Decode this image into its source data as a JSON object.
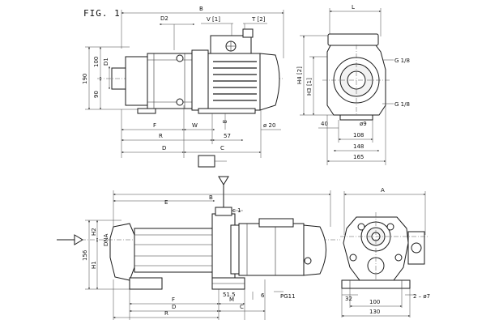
{
  "figure": {
    "title": "FIG. 1"
  },
  "top": {
    "side_view": {
      "labels": {
        "b": "B",
        "d2": "D2",
        "v1": "V [1]",
        "t2": "T [2]",
        "d1": "D1",
        "h100": "100",
        "h190": "190",
        "h90": "90",
        "f": "F",
        "w": "W",
        "r": "R",
        "d": "D",
        "c": "C",
        "d57": "57",
        "dia20": "ø 20",
        "v8": "8"
      }
    },
    "end_view": {
      "labels": {
        "l": "L",
        "h4": "H4 [2]",
        "h3": "H3 [1]",
        "g1": "G 1/8",
        "g2": "G 1/8",
        "d40": "40",
        "dia9": "ø9",
        "d108": "108",
        "d148": "148",
        "d165": "165"
      }
    }
  },
  "bottom": {
    "side_view": {
      "labels": {
        "e": "E",
        "b": "B",
        "c1": "c 1",
        "h2": "H2",
        "dna": "DNA",
        "h1": "H1",
        "h156": "156",
        "d51": "51.5",
        "m": "M",
        "f": "F",
        "d": "D",
        "c": "C",
        "r": "R",
        "pg": "PG11",
        "d6": "6"
      }
    },
    "end_view": {
      "labels": {
        "a": "A",
        "d32": "32",
        "d100": "100",
        "d130": "130",
        "dia7": "2 – ø7"
      }
    }
  }
}
